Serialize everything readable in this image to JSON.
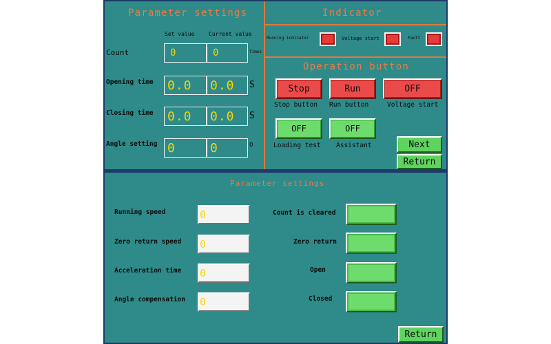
{
  "screen1": {
    "param_title": "Parameter settings",
    "indicator_title": "Indicator",
    "operation_title": "Operation button",
    "col_set": "Set value",
    "col_current": "Current value",
    "rows": [
      {
        "label": "Count",
        "set": "0",
        "current": "0",
        "unit": "Times"
      },
      {
        "label": "Opening time",
        "set": "0.0",
        "current": "0.0",
        "unit": "S"
      },
      {
        "label": "Closing time",
        "set": "0.0",
        "current": "0.0",
        "unit": "S"
      },
      {
        "label": "Angle setting",
        "set": "0",
        "current": "0",
        "unit": "O"
      }
    ],
    "indicators": {
      "running": "Running indicator",
      "voltage": "Voltage start",
      "fault": "Fault"
    },
    "buttons": {
      "stop": "Stop",
      "run": "Run",
      "voltage": "OFF",
      "loading": "OFF",
      "assistant": "OFF",
      "next": "Next",
      "return": "Return"
    },
    "button_captions": {
      "stop": "Stop button",
      "run": "Run button",
      "voltage": "Voltage start",
      "loading": "Loading test",
      "assistant": "Assistant"
    }
  },
  "screen2": {
    "title": "Parameter settings",
    "fields": [
      {
        "label": "Running speed",
        "value": "0"
      },
      {
        "label": "Zero return speed",
        "value": "0"
      },
      {
        "label": "Acceleration time",
        "value": "0"
      },
      {
        "label": "Angle compensation",
        "value": "0"
      }
    ],
    "toggles": [
      {
        "label": "Count is cleared"
      },
      {
        "label": "Zero return"
      },
      {
        "label": "Open"
      },
      {
        "label": "Closed"
      }
    ],
    "return_label": "Return"
  },
  "colors": {
    "background": "#2e8b89",
    "title_orange": "#f07a44",
    "value_yellow": "#ffd400",
    "lamp_red": "#e63b3b",
    "button_green": "#6ddc6d"
  }
}
